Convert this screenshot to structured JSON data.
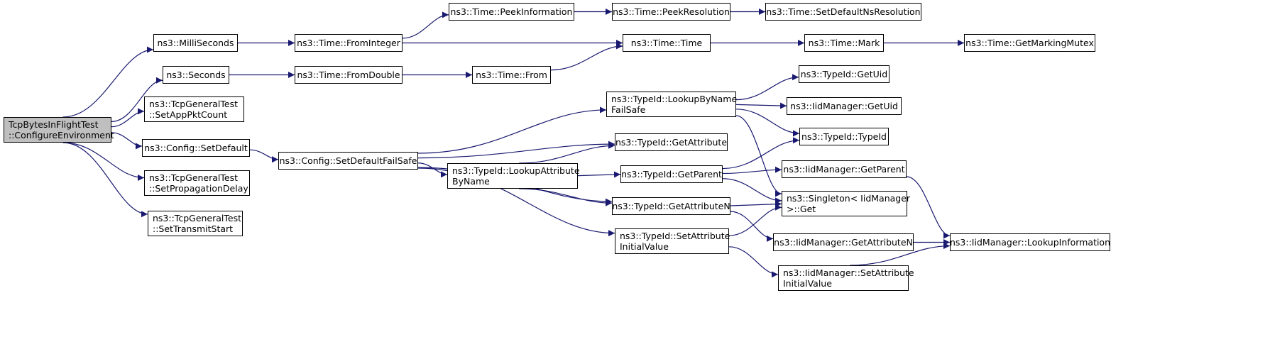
{
  "graph": {
    "edge_color": "#191970",
    "root_fill": "#bfbfbf",
    "nodes": [
      {
        "id": "root",
        "lines": [
          "TcpBytesInFlightTest",
          "::ConfigureEnvironment"
        ]
      },
      {
        "id": "milliseconds",
        "lines": [
          "ns3::MilliSeconds"
        ]
      },
      {
        "id": "seconds",
        "lines": [
          "ns3::Seconds"
        ]
      },
      {
        "id": "setapppktcount",
        "lines": [
          "ns3::TcpGeneralTest",
          "::SetAppPktCount"
        ]
      },
      {
        "id": "config-setdefault",
        "lines": [
          "ns3::Config::SetDefault"
        ]
      },
      {
        "id": "setpropagationdelay",
        "lines": [
          "ns3::TcpGeneralTest",
          "::SetPropagationDelay"
        ]
      },
      {
        "id": "settransmitstart",
        "lines": [
          "ns3::TcpGeneralTest",
          "::SetTransmitStart"
        ]
      },
      {
        "id": "time-frominteger",
        "lines": [
          "ns3::Time::FromInteger"
        ]
      },
      {
        "id": "time-fromdouble",
        "lines": [
          "ns3::Time::FromDouble"
        ]
      },
      {
        "id": "config-setdefaultfailsafe",
        "lines": [
          "ns3::Config::SetDefaultFailSafe"
        ]
      },
      {
        "id": "time-peekinformation",
        "lines": [
          "ns3::Time::PeekInformation"
        ]
      },
      {
        "id": "time-from",
        "lines": [
          "ns3::Time::From"
        ]
      },
      {
        "id": "typeid-lookupattributebyname",
        "lines": [
          "ns3::TypeId::LookupAttribute",
          "ByName"
        ]
      },
      {
        "id": "time-peekresolution",
        "lines": [
          "ns3::Time::PeekResolution"
        ]
      },
      {
        "id": "time-time",
        "lines": [
          "ns3::Time::Time"
        ]
      },
      {
        "id": "typeid-lookupbynamefailsafe",
        "lines": [
          "ns3::TypeId::LookupByName",
          "FailSafe"
        ]
      },
      {
        "id": "typeid-getattribute",
        "lines": [
          "ns3::TypeId::GetAttribute"
        ]
      },
      {
        "id": "typeid-getparent",
        "lines": [
          "ns3::TypeId::GetParent"
        ]
      },
      {
        "id": "typeid-getattributen",
        "lines": [
          "ns3::TypeId::GetAttributeN"
        ]
      },
      {
        "id": "typeid-setattributeinitialvalue",
        "lines": [
          "ns3::TypeId::SetAttribute",
          "InitialValue"
        ]
      },
      {
        "id": "time-setdefaultnsresolution",
        "lines": [
          "ns3::Time::SetDefaultNsResolution"
        ]
      },
      {
        "id": "time-mark",
        "lines": [
          "ns3::Time::Mark"
        ]
      },
      {
        "id": "typeid-getuid",
        "lines": [
          "ns3::TypeId::GetUid"
        ]
      },
      {
        "id": "iidmanager-getuid",
        "lines": [
          "ns3::IidManager::GetUid"
        ]
      },
      {
        "id": "typeid-typeid",
        "lines": [
          "ns3::TypeId::TypeId"
        ]
      },
      {
        "id": "iidmanager-getparent",
        "lines": [
          "ns3::IidManager::GetParent"
        ]
      },
      {
        "id": "singleton-get",
        "lines": [
          "ns3::Singleton< IidManager",
          ">::Get"
        ]
      },
      {
        "id": "iidmanager-getattributen",
        "lines": [
          "ns3::IidManager::GetAttributeN"
        ]
      },
      {
        "id": "iidmanager-setattributeinitialvalue",
        "lines": [
          "ns3::IidManager::SetAttribute",
          "InitialValue"
        ]
      },
      {
        "id": "time-getmarkingmutex",
        "lines": [
          "ns3::Time::GetMarkingMutex"
        ]
      },
      {
        "id": "iidmanager-lookupinformation",
        "lines": [
          "ns3::IidManager::LookupInformation"
        ]
      }
    ],
    "edges": [
      [
        "root",
        "milliseconds"
      ],
      [
        "root",
        "seconds"
      ],
      [
        "root",
        "setapppktcount"
      ],
      [
        "root",
        "config-setdefault"
      ],
      [
        "root",
        "setpropagationdelay"
      ],
      [
        "root",
        "settransmitstart"
      ],
      [
        "milliseconds",
        "time-frominteger"
      ],
      [
        "seconds",
        "time-fromdouble"
      ],
      [
        "config-setdefault",
        "config-setdefaultfailsafe"
      ],
      [
        "time-frominteger",
        "time-peekinformation"
      ],
      [
        "time-frominteger",
        "time-time"
      ],
      [
        "time-fromdouble",
        "time-from"
      ],
      [
        "time-from",
        "time-time"
      ],
      [
        "time-peekinformation",
        "time-peekresolution"
      ],
      [
        "time-peekresolution",
        "time-setdefaultnsresolution"
      ],
      [
        "time-time",
        "time-mark"
      ],
      [
        "time-mark",
        "time-getmarkingmutex"
      ],
      [
        "config-setdefaultfailsafe",
        "typeid-lookupbynamefailsafe"
      ],
      [
        "config-setdefaultfailsafe",
        "typeid-getattribute"
      ],
      [
        "config-setdefaultfailsafe",
        "typeid-lookupattributebyname"
      ],
      [
        "config-setdefaultfailsafe",
        "typeid-getattributen"
      ],
      [
        "config-setdefaultfailsafe",
        "typeid-setattributeinitialvalue"
      ],
      [
        "typeid-lookupbynamefailsafe",
        "typeid-getuid"
      ],
      [
        "typeid-lookupbynamefailsafe",
        "iidmanager-getuid"
      ],
      [
        "typeid-lookupbynamefailsafe",
        "typeid-typeid"
      ],
      [
        "typeid-lookupbynamefailsafe",
        "singleton-get"
      ],
      [
        "typeid-lookupattributebyname",
        "typeid-getattribute"
      ],
      [
        "typeid-lookupattributebyname",
        "typeid-getparent"
      ],
      [
        "typeid-lookupattributebyname",
        "typeid-getattributen"
      ],
      [
        "typeid-getparent",
        "typeid-typeid"
      ],
      [
        "typeid-getparent",
        "iidmanager-getparent"
      ],
      [
        "typeid-getparent",
        "singleton-get"
      ],
      [
        "typeid-getattributen",
        "singleton-get"
      ],
      [
        "typeid-getattributen",
        "iidmanager-getattributen"
      ],
      [
        "typeid-setattributeinitialvalue",
        "singleton-get"
      ],
      [
        "typeid-setattributeinitialvalue",
        "iidmanager-setattributeinitialvalue"
      ],
      [
        "iidmanager-getparent",
        "iidmanager-lookupinformation"
      ],
      [
        "iidmanager-getattributen",
        "iidmanager-lookupinformation"
      ],
      [
        "iidmanager-setattributeinitialvalue",
        "iidmanager-lookupinformation"
      ]
    ]
  }
}
